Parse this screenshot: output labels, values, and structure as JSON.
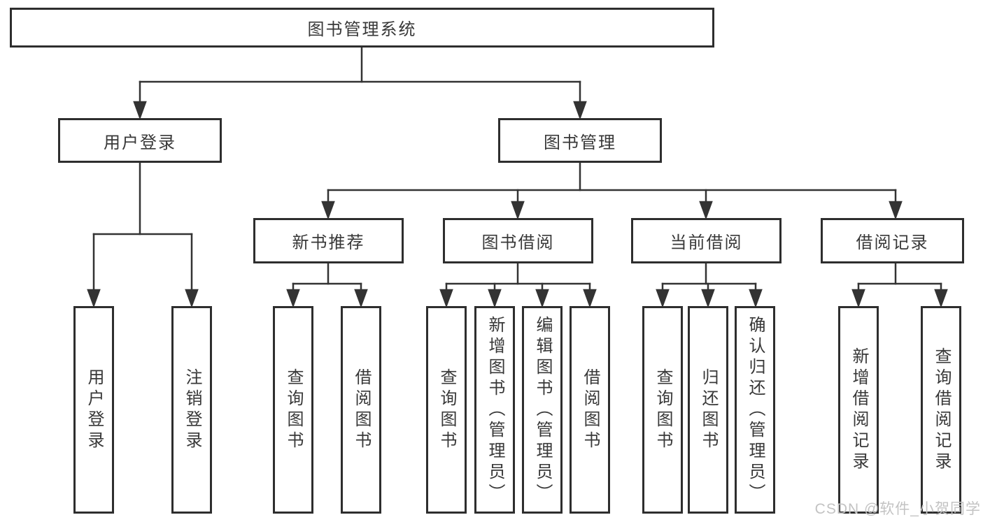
{
  "title": "图书管理系统",
  "level2": [
    {
      "label": "用户登录"
    },
    {
      "label": "图书管理"
    }
  ],
  "level3": [
    {
      "label": "新书推荐",
      "parent": "图书管理"
    },
    {
      "label": "图书借阅",
      "parent": "图书管理"
    },
    {
      "label": "当前借阅",
      "parent": "图书管理"
    },
    {
      "label": "借阅记录",
      "parent": "图书管理"
    }
  ],
  "leaves": [
    {
      "label": "用户登录",
      "parent": "用户登录"
    },
    {
      "label": "注销登录",
      "parent": "用户登录"
    },
    {
      "label": "查询图书",
      "parent": "新书推荐"
    },
    {
      "label": "借阅图书",
      "parent": "新书推荐"
    },
    {
      "label": "查询图书",
      "parent": "图书借阅"
    },
    {
      "label": "新增图书（管理员）",
      "parent": "图书借阅"
    },
    {
      "label": "编辑图书（管理员）",
      "parent": "图书借阅"
    },
    {
      "label": "借阅图书",
      "parent": "图书借阅"
    },
    {
      "label": "查询图书",
      "parent": "当前借阅"
    },
    {
      "label": "归还图书",
      "parent": "当前借阅"
    },
    {
      "label": "确认归还（管理员）",
      "parent": "当前借阅"
    },
    {
      "label": "新增借阅记录",
      "parent": "借阅记录"
    },
    {
      "label": "查询借阅记录",
      "parent": "借阅记录"
    }
  ],
  "watermark": "CSDN @软件_小贺同学",
  "colors": {
    "line": "#333333",
    "box_border": "#2e2e2e",
    "text": "#383838",
    "watermark": "#c3c3c3",
    "background": "#ffffff"
  }
}
